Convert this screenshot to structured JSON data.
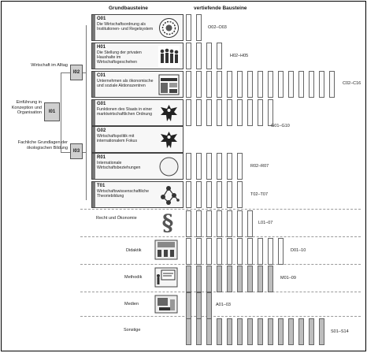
{
  "headers": {
    "grundbausteine": "Grundbausteine",
    "vertiefende": "vertiefende Bausteine"
  },
  "entry_modules": [
    {
      "code": "I01",
      "label": "Einführung in Konzeption und Organisation"
    },
    {
      "code": "I02",
      "label": "Wirtschaft im Alltag"
    },
    {
      "code": "I03",
      "label": "Fachliche Grundlagen der ökologischen Bildung"
    }
  ],
  "grund_modules": [
    {
      "code": "O01",
      "text": "Die Wirtschaftsordnung als Institutionen- und Regelsystem",
      "icon": "gear-seal-icon",
      "range": "O02–O03",
      "bars": 2,
      "style": "light"
    },
    {
      "code": "H01",
      "text": "Die Stellung der privaten Haushalte im Wirtschaftsgeschehen",
      "icon": "people-group-icon",
      "range": "H02–H05",
      "bars": 4,
      "style": "light"
    },
    {
      "code": "C01",
      "text": "Unternehmen als ökonomische und soziale Aktionszentren",
      "icon": "factory-icon",
      "range": "C02–C16",
      "bars": 15,
      "style": "light"
    },
    {
      "code": "G01",
      "text": "Funktionen des Staats in einer marktwirtschaftlichen Ordnung",
      "icon": "eagle-emblem-icon",
      "range": "G01–G10",
      "bars": 9,
      "style": "light"
    },
    {
      "code": "G02",
      "text": "Wirtschaftspolitik mit internationalem Fokus",
      "icon": "eagle-emblem-icon",
      "range": "",
      "bars": 0,
      "style": "light"
    },
    {
      "code": "R01",
      "text": "Internationale Wirtschaftsbeziehungen",
      "icon": "globe-icon",
      "range": "R02–R07",
      "bars": 6,
      "style": "light"
    },
    {
      "code": "T01",
      "text": "Wirtschaftswissenschaftliche Theoriebildung",
      "icon": "network-icon",
      "range": "T02–T07",
      "bars": 6,
      "style": "light"
    }
  ],
  "other_modules": [
    {
      "label": "Recht und Ökonomie",
      "icon": "paragraph-icon",
      "range": "L01–07",
      "bars": 7,
      "style": "light"
    },
    {
      "label": "Didaktik",
      "icon": "classroom-icon",
      "range": "D01–10",
      "bars": 10,
      "style": "light"
    },
    {
      "label": "Methodik",
      "icon": "presentation-icon",
      "range": "M01–09",
      "bars": 9,
      "style": "dark"
    },
    {
      "label": "Medien",
      "icon": "computer-icon",
      "range": "A01–03",
      "bars": 3,
      "style": "dark"
    },
    {
      "label": "Sonstige",
      "icon": "",
      "range": "S01–S14",
      "bars": 14,
      "style": "dark"
    }
  ]
}
